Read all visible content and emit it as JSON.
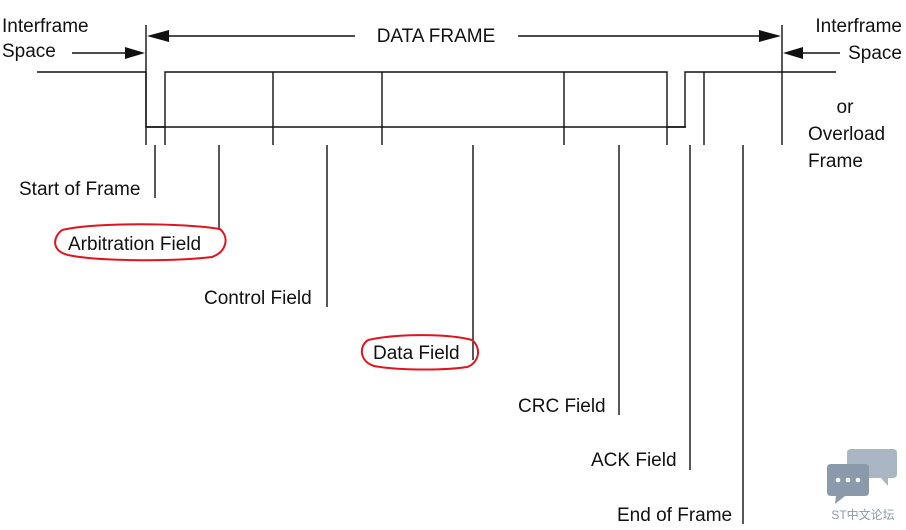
{
  "diagram": {
    "title": "DATA FRAME",
    "left_label": [
      "Interframe",
      "Space"
    ],
    "right_label": [
      "Interframe",
      "Space",
      "or",
      "Overload",
      "Frame"
    ],
    "fields": [
      {
        "label": "Start of Frame",
        "highlighted": false
      },
      {
        "label": "Arbitration Field",
        "highlighted": true
      },
      {
        "label": "Control Field",
        "highlighted": false
      },
      {
        "label": "Data Field",
        "highlighted": true
      },
      {
        "label": "CRC Field",
        "highlighted": false
      },
      {
        "label": "ACK Field",
        "highlighted": false
      },
      {
        "label": "End of Frame",
        "highlighted": false
      }
    ],
    "highlight_color": "#e0141e"
  },
  "watermark": {
    "text": "ST中文论坛",
    "icon": "chat-bubbles-icon",
    "color": "#8a9aab"
  }
}
